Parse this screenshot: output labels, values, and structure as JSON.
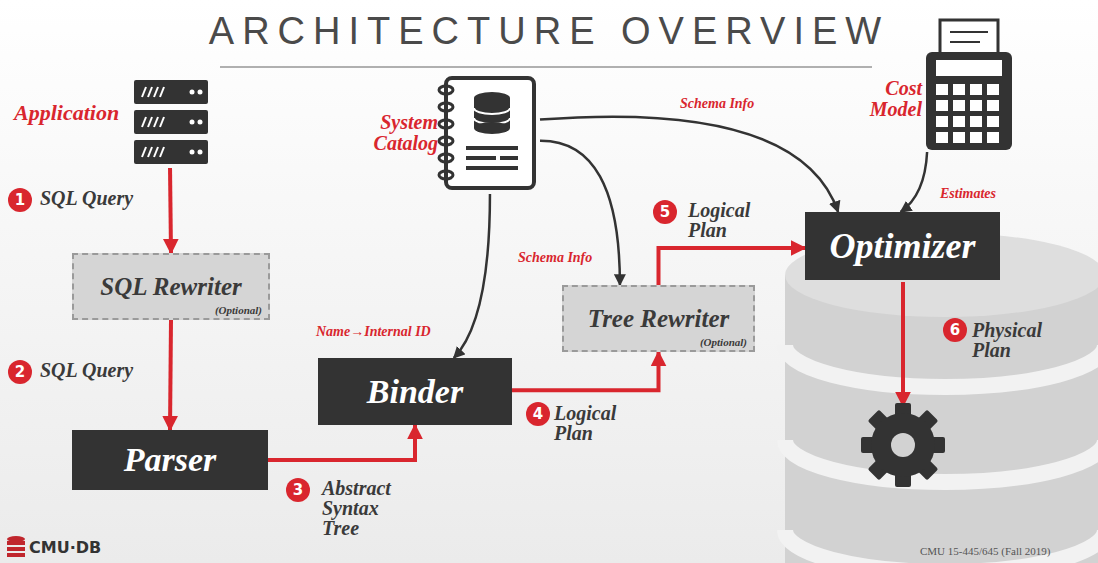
{
  "diagram": {
    "title": "ARCHITECTURE OVERVIEW",
    "nodes": [
      {
        "text": [
          "Application"
        ]
      },
      {
        "text": [
          "SQL Rewriter",
          "(Optional)"
        ]
      },
      {
        "text": [
          "Parser"
        ]
      },
      {
        "text": [
          "System Catalog"
        ]
      },
      {
        "text": [
          "Binder"
        ]
      },
      {
        "text": [
          "Tree Rewriter",
          "(Optional)"
        ]
      },
      {
        "text": [
          "Cost Model"
        ]
      },
      {
        "text": [
          "Optimizer"
        ]
      }
    ],
    "edges": [
      {
        "from": 0,
        "to": 1,
        "label": "SQL Query",
        "arrow": "to"
      },
      {
        "from": 1,
        "to": 2,
        "label": "SQL Query",
        "arrow": "to"
      },
      {
        "from": 2,
        "to": 4,
        "label": "Abstract Syntax Tree",
        "arrow": "to"
      },
      {
        "from": 3,
        "to": 4,
        "label": "Name→Internal ID",
        "arrow": "to"
      },
      {
        "from": 3,
        "to": 5,
        "label": "Schema Info",
        "arrow": "to"
      },
      {
        "from": 3,
        "to": 7,
        "label": "Schema Info",
        "arrow": "to"
      },
      {
        "from": 4,
        "to": 5,
        "label": "Logical Plan",
        "arrow": "to"
      },
      {
        "from": 5,
        "to": 7,
        "label": "Logical Plan",
        "arrow": "to"
      },
      {
        "from": 6,
        "to": 7,
        "label": "Estimates",
        "arrow": "to"
      }
    ],
    "labels": [
      "1",
      "2",
      "3",
      "4",
      "5",
      "6",
      "Physical Plan",
      "CMU·DB",
      "CMU 15-445/645 (Fall 2019)"
    ]
  }
}
